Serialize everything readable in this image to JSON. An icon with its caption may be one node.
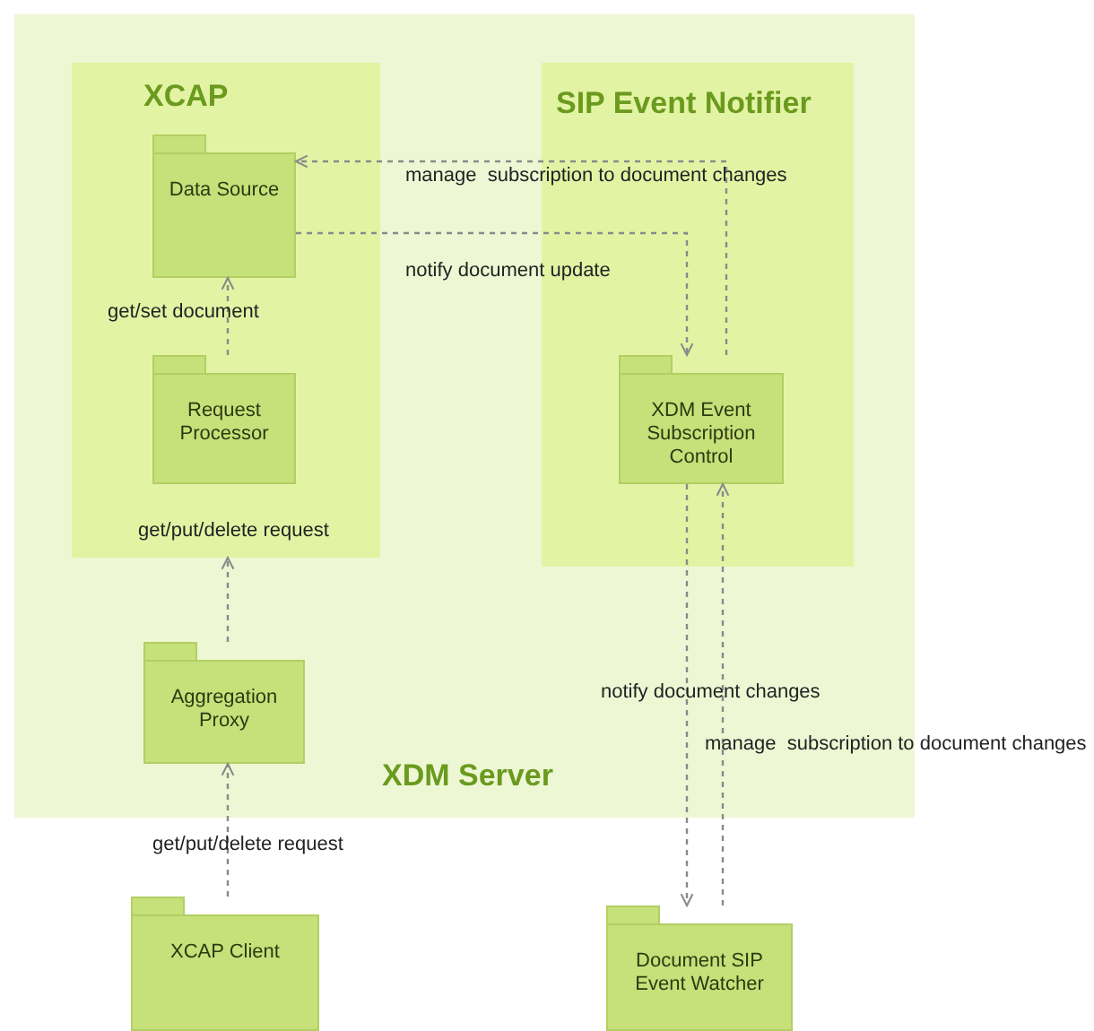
{
  "diagram": {
    "nodes": [
      {
        "text": [
          "XDM Server"
        ]
      },
      {
        "text": [
          "XCAP"
        ],
        "in": 0
      },
      {
        "text": [
          "Data Source"
        ],
        "in": 1
      },
      {
        "text": [
          "Request Processor"
        ],
        "in": 1
      },
      {
        "text": [
          "SIP Event Notifier"
        ],
        "in": 0
      },
      {
        "text": [
          "XDM Event Subscription Control"
        ],
        "in": 4
      },
      {
        "text": [
          "Aggregation Proxy"
        ],
        "in": 0
      },
      {
        "text": [
          "XCAP Client"
        ]
      },
      {
        "text": [
          "Document SIP Event Watcher"
        ]
      }
    ],
    "edges": [
      {
        "from": 3,
        "to": 2,
        "arrow": "to",
        "label": "get/set document"
      },
      {
        "from": 6,
        "to": 1,
        "arrow": "to",
        "label": "get/put/delete request"
      },
      {
        "from": 7,
        "to": 6,
        "arrow": "to",
        "label": "get/put/delete request"
      },
      {
        "from": 5,
        "to": 2,
        "arrow": "to",
        "label": "manage  subscription to document changes"
      },
      {
        "from": 2,
        "to": 5,
        "arrow": "to",
        "label": "notify document update"
      },
      {
        "from": 5,
        "to": 8,
        "arrow": "to",
        "label": "notify document changes"
      },
      {
        "from": 8,
        "to": 5,
        "arrow": "to",
        "label": "manage  subscription to document changes"
      }
    ]
  }
}
